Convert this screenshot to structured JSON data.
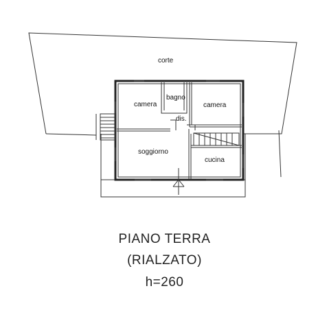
{
  "plan": {
    "labels": {
      "courtyard": "corte",
      "bathroom": "bagno",
      "bedroom_left": "camera",
      "bedroom_right": "camera",
      "hallway": "dis.",
      "living_room": "soggiorno",
      "kitchen": "cucina"
    }
  },
  "caption": {
    "floor": "PIANO TERRA",
    "level": "(RIALZATO)",
    "height": "h=260"
  }
}
